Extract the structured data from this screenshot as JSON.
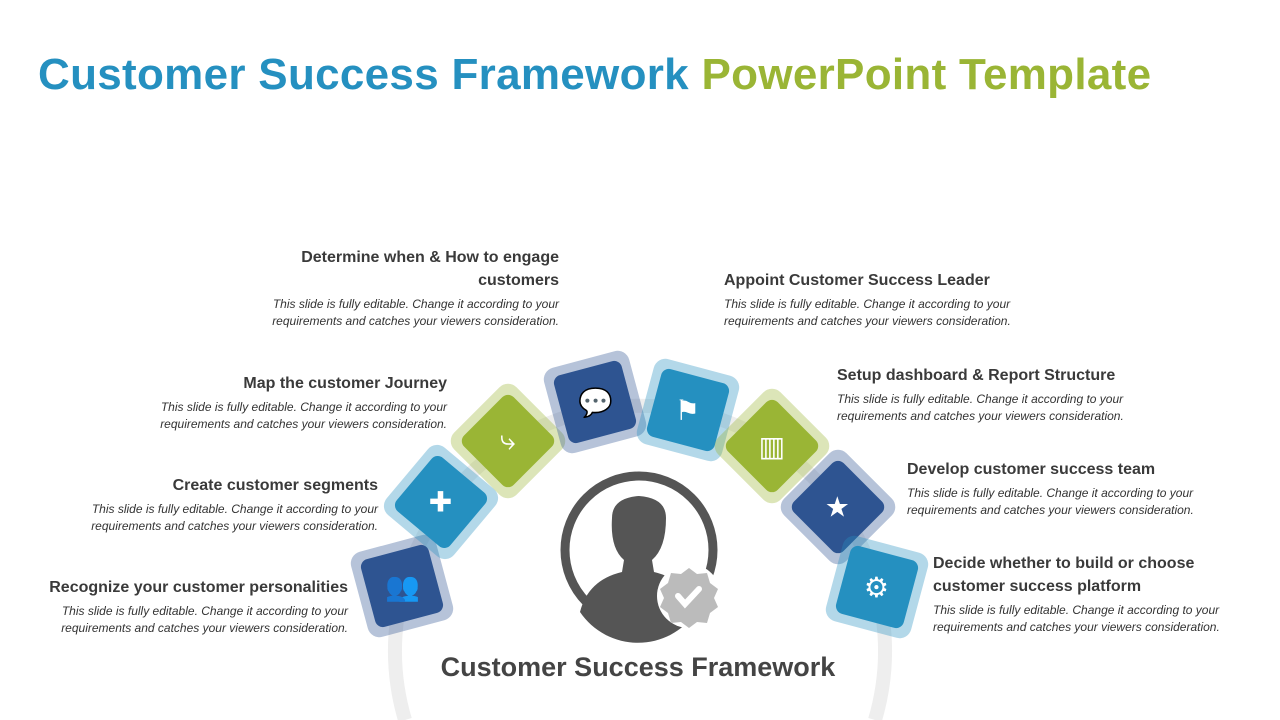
{
  "title": {
    "part1": "Customer Success Framework",
    "part2": "PowerPoint Template"
  },
  "colors": {
    "blue": "#2590c0",
    "green": "#9ab535",
    "dark_blue": "#2e5491",
    "gray": "#555555"
  },
  "items": [
    {
      "title": "Recognize your customer personalities",
      "desc": "This slide is fully editable. Change it according to your requirements and catches your viewers consideration.",
      "icon": "people-group-icon"
    },
    {
      "title": "Create customer segments",
      "desc": "This slide is fully editable. Change it according to your requirements and catches your viewers consideration.",
      "icon": "segments-grid-icon"
    },
    {
      "title": "Map the customer Journey",
      "desc": "This slide is fully editable. Change it according to your requirements and catches your viewers consideration.",
      "icon": "journey-path-icon"
    },
    {
      "title": "Determine when & How to engage customers",
      "desc": "This slide is fully editable. Change it according to your requirements and catches your viewers consideration.",
      "icon": "chat-bubbles-icon"
    },
    {
      "title": "Appoint Customer Success Leader",
      "desc": "This slide is fully editable. Change it according to your requirements and catches your viewers consideration.",
      "icon": "leader-flag-icon"
    },
    {
      "title": "Setup dashboard & Report Structure",
      "desc": "This slide is fully editable. Change it according to your requirements and catches your viewers consideration.",
      "icon": "dashboard-icon"
    },
    {
      "title": "Develop customer success team",
      "desc": "This slide is fully editable. Change it according to your requirements and catches your viewers consideration.",
      "icon": "team-star-icon"
    },
    {
      "title": "Decide whether to build or choose customer success platform",
      "desc": "This slide is fully editable. Change it according to your requirements and catches your viewers consideration.",
      "icon": "platform-gear-icon"
    }
  ],
  "center_caption": "Customer Success Framework"
}
